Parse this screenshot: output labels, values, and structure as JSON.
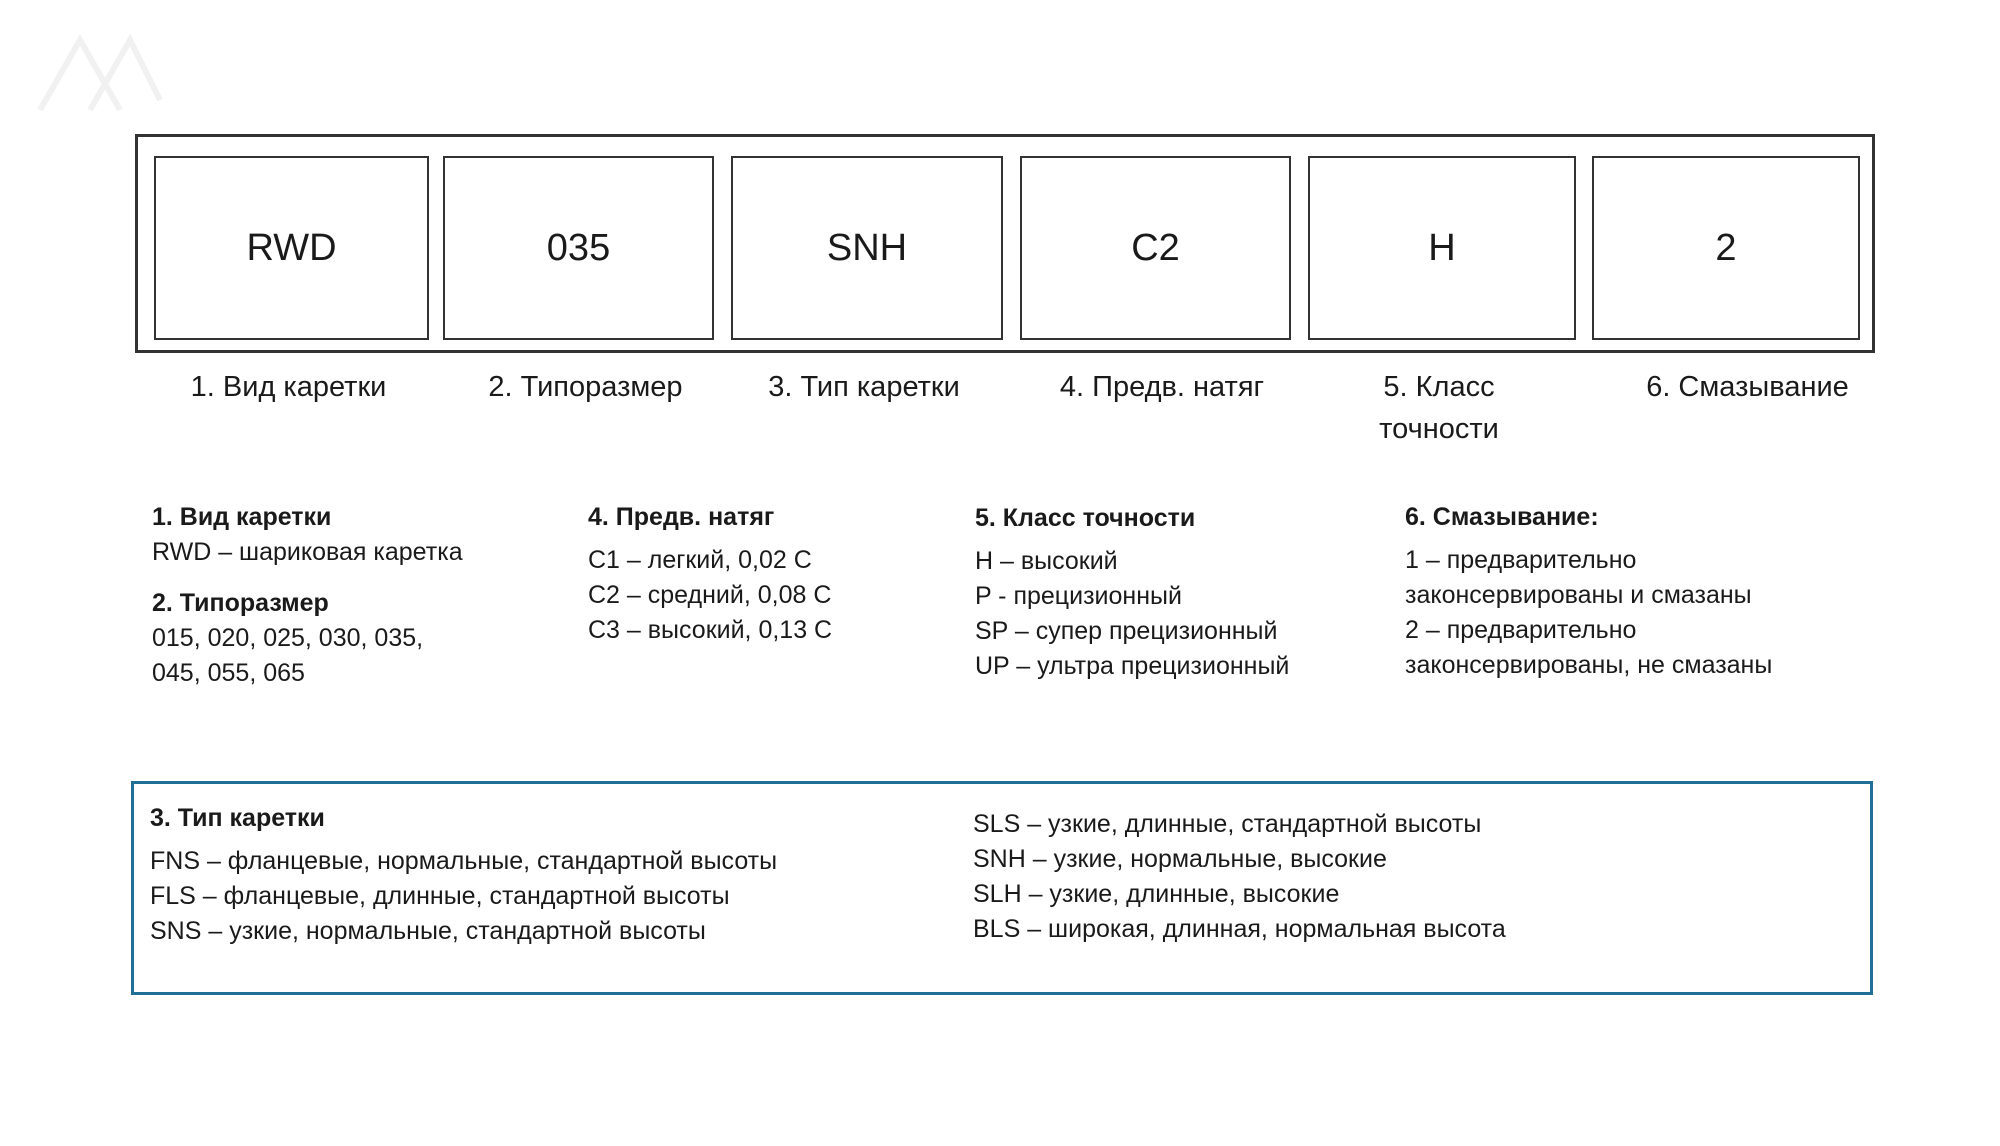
{
  "codes": [
    {
      "value": "RWD",
      "label": "1. Вид каретки"
    },
    {
      "value": "035",
      "label": "2. Типоразмер"
    },
    {
      "value": "SNH",
      "label": "3. Тип каретки"
    },
    {
      "value": "C2",
      "label": "4. Предв. натяг"
    },
    {
      "value": "H",
      "label": "5. Класс\nточности"
    },
    {
      "value": "2",
      "label": "6. Смазывание"
    }
  ],
  "legend_carriage": {
    "heading": "1. Вид каретки",
    "lines": [
      "RWD – шариковая каретка"
    ]
  },
  "legend_size": {
    "heading": "2. Типоразмер",
    "lines": [
      "015, 020, 025, 030, 035,",
      "045, 055, 065"
    ]
  },
  "legend_preload": {
    "heading": "4. Предв. натяг",
    "lines": [
      "C1 – легкий, 0,02 C",
      "C2 – средний, 0,08 C",
      "C3 – высокий, 0,13 C"
    ]
  },
  "legend_accuracy": {
    "heading": "5. Класс точности",
    "lines": [
      "H – высокий",
      "P - прецизионный",
      "SP – супер прецизионный",
      "UP – ультра прецизионный"
    ]
  },
  "legend_lubrication": {
    "heading": "6. Смазывание:",
    "lines": [
      "1 – предварительно",
      "законсервированы и смазаны",
      "2 – предварительно",
      "законсервированы, не смазаны"
    ]
  },
  "carriage_type": {
    "heading": "3. Тип каретки",
    "left_lines": [
      "FNS – фланцевые, нормальные, стандартной высоты",
      "FLS – фланцевые, длинные, стандартной высоты",
      "SNS – узкие, нормальные, стандартной высоты"
    ],
    "right_lines": [
      "SLS – узкие, длинные, стандартной высоты",
      "SNH – узкие, нормальные, высокие",
      "SLH – узкие, длинные, высокие",
      "BLS – широкая, длинная, нормальная высота"
    ]
  },
  "colors": {
    "frame": "#333333",
    "type_box_border": "#1f6f96",
    "text": "#1a1a1a"
  }
}
